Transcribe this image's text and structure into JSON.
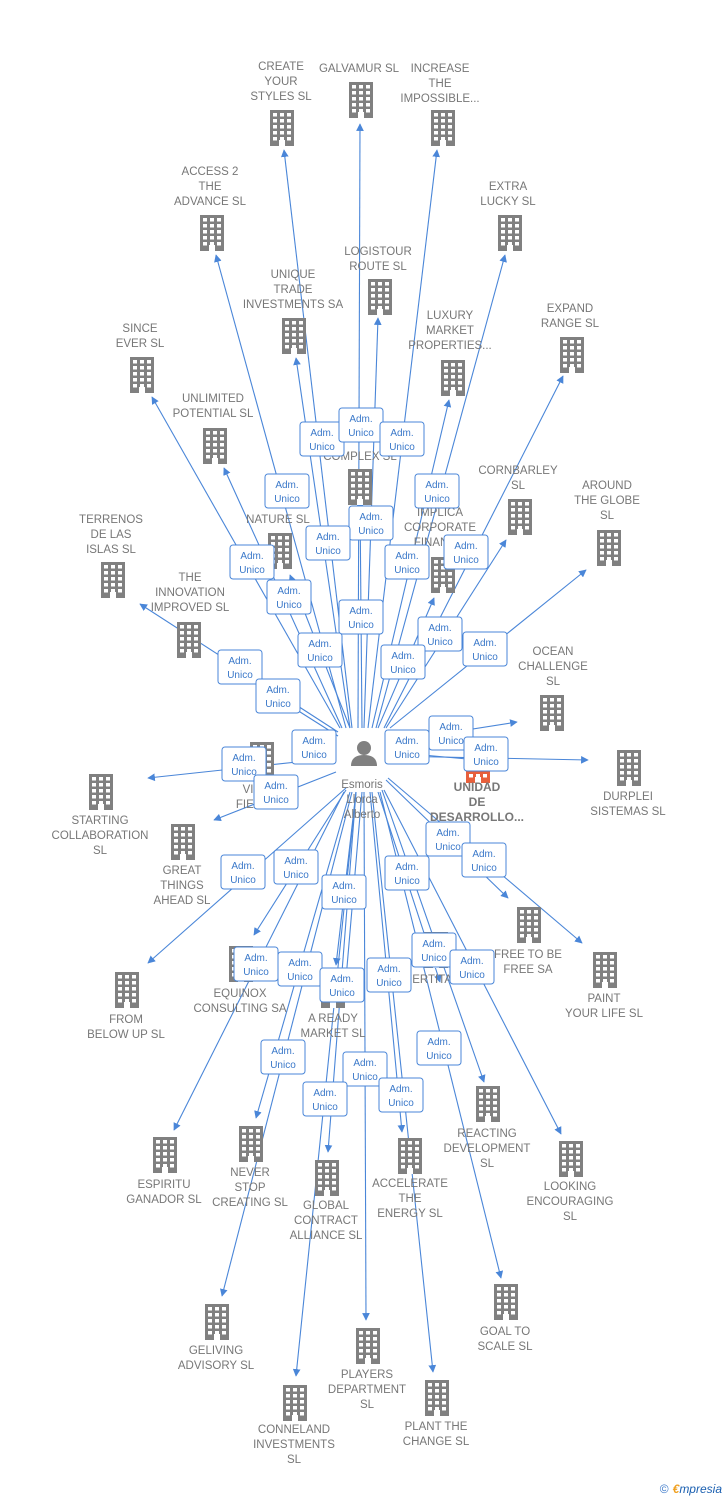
{
  "center": {
    "label": [
      "Esmoris",
      "Llorca",
      "Alberto"
    ]
  },
  "badge": [
    "Adm.",
    "Unico"
  ],
  "colors": {
    "line": "#4a86d8",
    "node": "#808080",
    "badge_border": "#4a86d8",
    "badge_text": "#3a78c9",
    "highlight": "#e8603c"
  },
  "nodes": [
    {
      "id": "create-your-styles",
      "label": [
        "CREATE",
        "YOUR",
        "STYLES  SL"
      ]
    },
    {
      "id": "galvamur",
      "label": [
        "GALVAMUR  SL"
      ]
    },
    {
      "id": "increase-the-impossible",
      "label": [
        "INCREASE",
        "THE",
        "IMPOSSIBLE..."
      ]
    },
    {
      "id": "access-2-the-advance",
      "label": [
        "ACCESS 2",
        "THE",
        "ADVANCE  SL"
      ]
    },
    {
      "id": "extra-lucky",
      "label": [
        "EXTRA",
        "LUCKY  SL"
      ]
    },
    {
      "id": "logistour-route",
      "label": [
        "LOGISTOUR",
        "ROUTE  SL"
      ]
    },
    {
      "id": "unique-trade-investments",
      "label": [
        "UNIQUE",
        "TRADE",
        "INVESTMENTS SA"
      ]
    },
    {
      "id": "expand-range",
      "label": [
        "EXPAND",
        "RANGE  SL"
      ]
    },
    {
      "id": "since-ever",
      "label": [
        "SINCE",
        "EVER  SL"
      ]
    },
    {
      "id": "luxury-market-properties",
      "label": [
        "LUXURY",
        "MARKET",
        "PROPERTIES..."
      ]
    },
    {
      "id": "unlimited-potential",
      "label": [
        "UNLIMITED",
        "POTENTIAL  SL"
      ]
    },
    {
      "id": "complex",
      "label": [
        "COMPLEX  SL"
      ]
    },
    {
      "id": "cornbarley",
      "label": [
        "CORNBARLEY",
        "SL"
      ]
    },
    {
      "id": "around-the-globe",
      "label": [
        "AROUND",
        "THE GLOBE",
        "SL"
      ]
    },
    {
      "id": "terrenos-de-las-islas",
      "label": [
        "TERRENOS",
        "DE LAS",
        "ISLAS  SL"
      ]
    },
    {
      "id": "nature",
      "label": [
        "NATURE  SL"
      ]
    },
    {
      "id": "implica-corporate",
      "label": [
        "IMPLICA",
        "CORPORATE",
        "FINANC..."
      ]
    },
    {
      "id": "the-innovation-improved",
      "label": [
        "THE",
        "INNOVATION",
        "IMPROVED  SL"
      ]
    },
    {
      "id": "ocean-challenge",
      "label": [
        "OCEAN",
        "CHALLENGE",
        "SL"
      ]
    },
    {
      "id": "unidad-de-desarrollo",
      "label": [
        "UNIDAD",
        "DE",
        "DESARROLLO..."
      ]
    },
    {
      "id": "durplei-sistemas",
      "label": [
        "DURPLEI",
        "SISTEMAS  SL"
      ]
    },
    {
      "id": "starting-collaboration",
      "label": [
        "STARTING",
        "COLLABORATION",
        "SL"
      ]
    },
    {
      "id": "vi-fiel",
      "label": [
        "VI",
        "FIEL"
      ]
    },
    {
      "id": "great-things-ahead",
      "label": [
        "GREAT",
        "THINGS",
        "AHEAD  SL"
      ]
    },
    {
      "id": "free-to-be-free",
      "label": [
        "FREE TO BE",
        "FREE SA"
      ]
    },
    {
      "id": "paint-your-life",
      "label": [
        "PAINT",
        "YOUR LIFE  SL"
      ]
    },
    {
      "id": "equinox-consulting",
      "label": [
        "EQUINOX",
        "CONSULTING SA"
      ]
    },
    {
      "id": "from-below-up",
      "label": [
        "FROM",
        "BELOW UP  SL"
      ]
    },
    {
      "id": "a-ready-market",
      "label": [
        "A READY",
        "MARKET  SL"
      ]
    },
    {
      "id": "ertitas",
      "label": [
        "ERTITAS"
      ]
    },
    {
      "id": "reacting-development",
      "label": [
        "REACTING",
        "DEVELOPMENT",
        "SL"
      ]
    },
    {
      "id": "espiritu-ganador",
      "label": [
        "ESPIRITU",
        "GANADOR SL"
      ]
    },
    {
      "id": "never-stop-creating",
      "label": [
        "NEVER",
        "STOP",
        "CREATING  SL"
      ]
    },
    {
      "id": "global-contract-alliance",
      "label": [
        "GLOBAL",
        "CONTRACT",
        "ALLIANCE  SL"
      ]
    },
    {
      "id": "accelerate-the-energy",
      "label": [
        "ACCELERATE",
        "THE",
        "ENERGY  SL"
      ]
    },
    {
      "id": "looking-encouraging",
      "label": [
        "LOOKING",
        "ENCOURAGING",
        "SL"
      ]
    },
    {
      "id": "goal-to-scale",
      "label": [
        "GOAL TO",
        "SCALE  SL"
      ]
    },
    {
      "id": "geliving-advisory",
      "label": [
        "GELIVING",
        "ADVISORY  SL"
      ]
    },
    {
      "id": "players-department",
      "label": [
        "PLAYERS",
        "DEPARTMENT",
        "SL"
      ]
    },
    {
      "id": "conneland-investments",
      "label": [
        "CONNELAND",
        "INVESTMENTS",
        "SL"
      ]
    },
    {
      "id": "plant-the-change",
      "label": [
        "PLANT THE",
        "CHANGE  SL"
      ]
    }
  ],
  "footer": {
    "copyright": "©",
    "brand_e": "€",
    "brand_rest": "mpresia"
  }
}
